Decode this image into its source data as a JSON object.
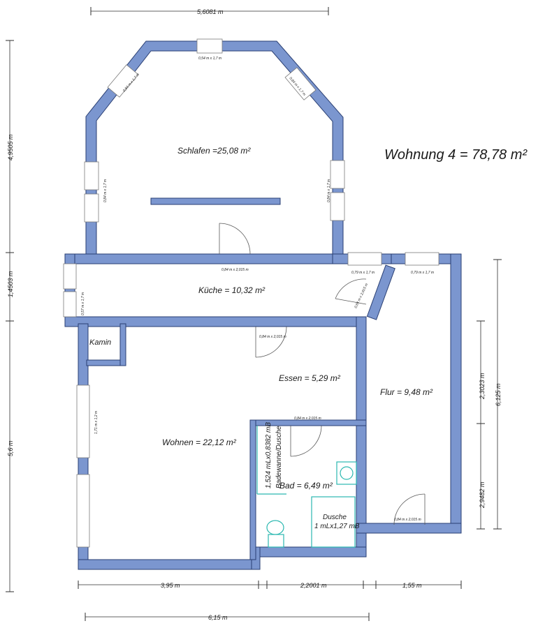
{
  "title": "Wohnung 4 = 78,78 m²",
  "rooms": {
    "schlafen": "Schlafen =25,08 m²",
    "kueche": "Küche = 10,32 m²",
    "kamin": "Kamin",
    "essen": "Essen = 5,29 m²",
    "flur": "Flur = 9,48 m²",
    "wohnen": "Wohnen = 22,12 m²",
    "bad": "Bad  = 6,49 m²",
    "dusche": "Dusche",
    "dusche_size": "1 mLx1,27 mB",
    "badewanne_a": "1,524 mLx0,8382 mB",
    "badewanne_b": "Badewanne/Dusche"
  },
  "dimensions": {
    "top": "5,6081 m",
    "left_1": "4,9505 m",
    "left_2": "1,4503 m",
    "left_3": "5,6 m",
    "right_1": "2,3023 m",
    "right_2": "6,125 m",
    "right_3": "2,9482 m",
    "bottom_1": "3,95 m",
    "bottom_2": "2,2001 m",
    "bottom_3": "1,55 m",
    "bottom_total": "6,15 m"
  },
  "window_labels": {
    "top": "0,54 m x 1,7 m",
    "diag_left": "0,84 m x 1,7 m",
    "diag_right": "0,84 m x 1,7 m",
    "schlafen_left": "0,84 m x 1,7 m",
    "schlafen_right": "0,84 m x 1,7 m",
    "kueche_left": "0,57 m x 1,7 m",
    "flur_1": "0,79 m x 1,7 m",
    "flur_2": "0,79 m x 1,7 m",
    "wohnen": "1,71 m x 1,2 m"
  },
  "door_labels": {
    "schlafen": "0,84 m x 2,015 m",
    "kueche_essen": "0,84 m x 2,015 m",
    "bad": "0,84 m x 2,015 m",
    "flur_diag": "0,84 m x 2,015 m",
    "entry": "0,84 m x 2,015 m"
  },
  "colors": {
    "wall": "#7b96cf",
    "fixture": "#2bb8b0"
  }
}
